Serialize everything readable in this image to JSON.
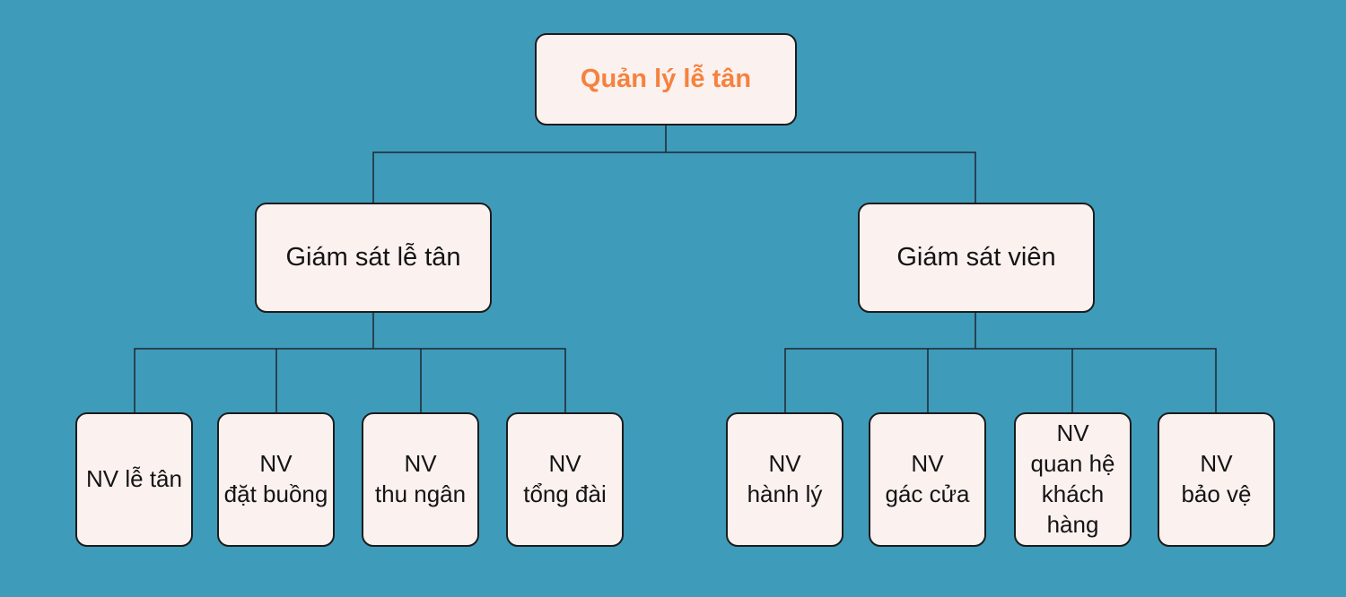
{
  "colors": {
    "background": "#3f9bba",
    "node_fill": "#fbf1ef",
    "node_border": "#1c1c1c",
    "connector": "#1f262e",
    "root_text": "#f5823d",
    "node_text": "#141414"
  },
  "chart": {
    "type": "org-chart",
    "root": {
      "label": "Quản lý lễ tân"
    },
    "branches": [
      {
        "label": "Giám sát lễ tân",
        "children": [
          "NV lễ tân",
          "NV\nđặt buồng",
          "NV\nthu ngân",
          "NV\ntổng đài"
        ]
      },
      {
        "label": "Giám sát viên",
        "children": [
          "NV\nhành lý",
          "NV\ngác cửa",
          "NV\nquan hệ\nkhách hàng",
          "NV\nbảo vệ"
        ]
      }
    ]
  }
}
